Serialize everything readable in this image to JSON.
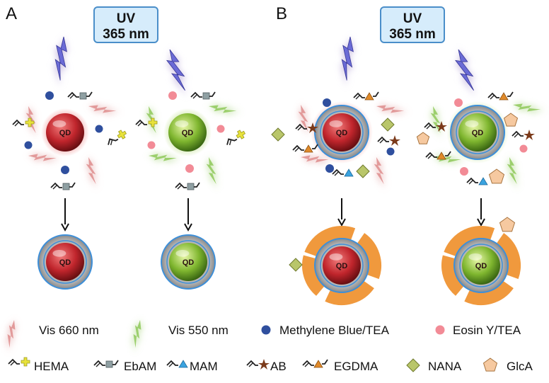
{
  "panels": [
    {
      "letter": "A",
      "uv_line1": "UV",
      "uv_line2": "365 nm"
    },
    {
      "letter": "B",
      "uv_line1": "UV",
      "uv_line2": "365 nm"
    }
  ],
  "qd_label": "QD",
  "colors": {
    "red_qd": "#c0252c",
    "green_qd": "#7fb62f",
    "uv_box_fill": "#d6ecfb",
    "uv_box_stroke": "#4a8ec9",
    "lightning": "#6b6bd6",
    "shell_gray": "#9c9c9c",
    "shell_blue": "#3d8fd9",
    "polymer_orange": "#f0993d",
    "methylene_blue": "#2f4f9e",
    "eosin": "#f28b96",
    "hema_cross": "#e8e23b",
    "ebam_square": "#8fa0a3",
    "mam_triangle": "#3aa3e0",
    "ab_star": "#7b3a1a",
    "egdma_triangle": "#e08a2a",
    "nana_diamond": "#b9c66a",
    "glca_pentagon": "#f6c9a0"
  },
  "legend_row1": [
    {
      "icon": "vis-660-lightning-icon",
      "label": "Vis 660 nm"
    },
    {
      "icon": "vis-550-lightning-icon",
      "label": "Vis 550 nm"
    },
    {
      "icon": "methylene-blue-dot-icon",
      "label": "Methylene Blue/TEA"
    },
    {
      "icon": "eosin-dot-icon",
      "label": "Eosin Y/TEA"
    }
  ],
  "legend_row2": [
    {
      "icon": "hema-icon",
      "label": "HEMA"
    },
    {
      "icon": "ebam-icon",
      "label": "EbAM"
    },
    {
      "icon": "mam-icon",
      "label": "MAM"
    },
    {
      "icon": "ab-icon",
      "label": "AB"
    },
    {
      "icon": "egdma-icon",
      "label": "EGDMA"
    },
    {
      "icon": "nana-icon",
      "label": "NANA"
    },
    {
      "icon": "glca-icon",
      "label": "GlcA"
    }
  ]
}
